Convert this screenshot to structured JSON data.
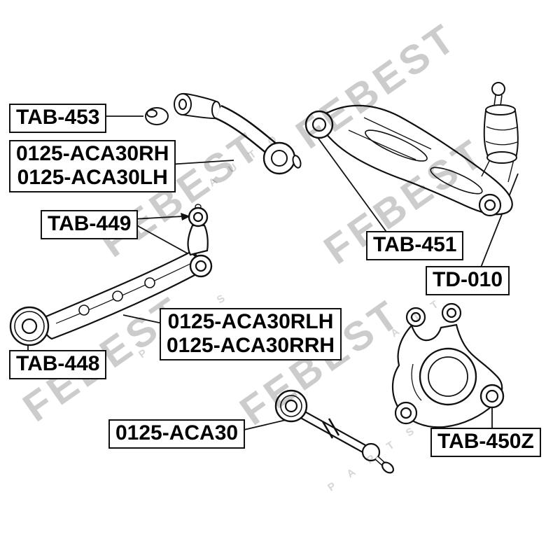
{
  "colors": {
    "line": "#111111",
    "background": "#ffffff",
    "watermark": "#cccccc"
  },
  "watermark": {
    "brand": "FEBEST",
    "word_auto": "A U T O",
    "word_parts": "P A R T S"
  },
  "labels": {
    "tab453": "TAB-453",
    "arm_rh": "0125-ACA30RH",
    "arm_lh": "0125-ACA30LH",
    "tab449": "TAB-449",
    "tab451": "TAB-451",
    "td010": "TD-010",
    "tab448": "TAB-448",
    "arm_rlh": "0125-ACA30RLH",
    "arm_rrh": "0125-ACA30RRH",
    "rod": "0125-ACA30",
    "tab450z": "TAB-450Z"
  }
}
